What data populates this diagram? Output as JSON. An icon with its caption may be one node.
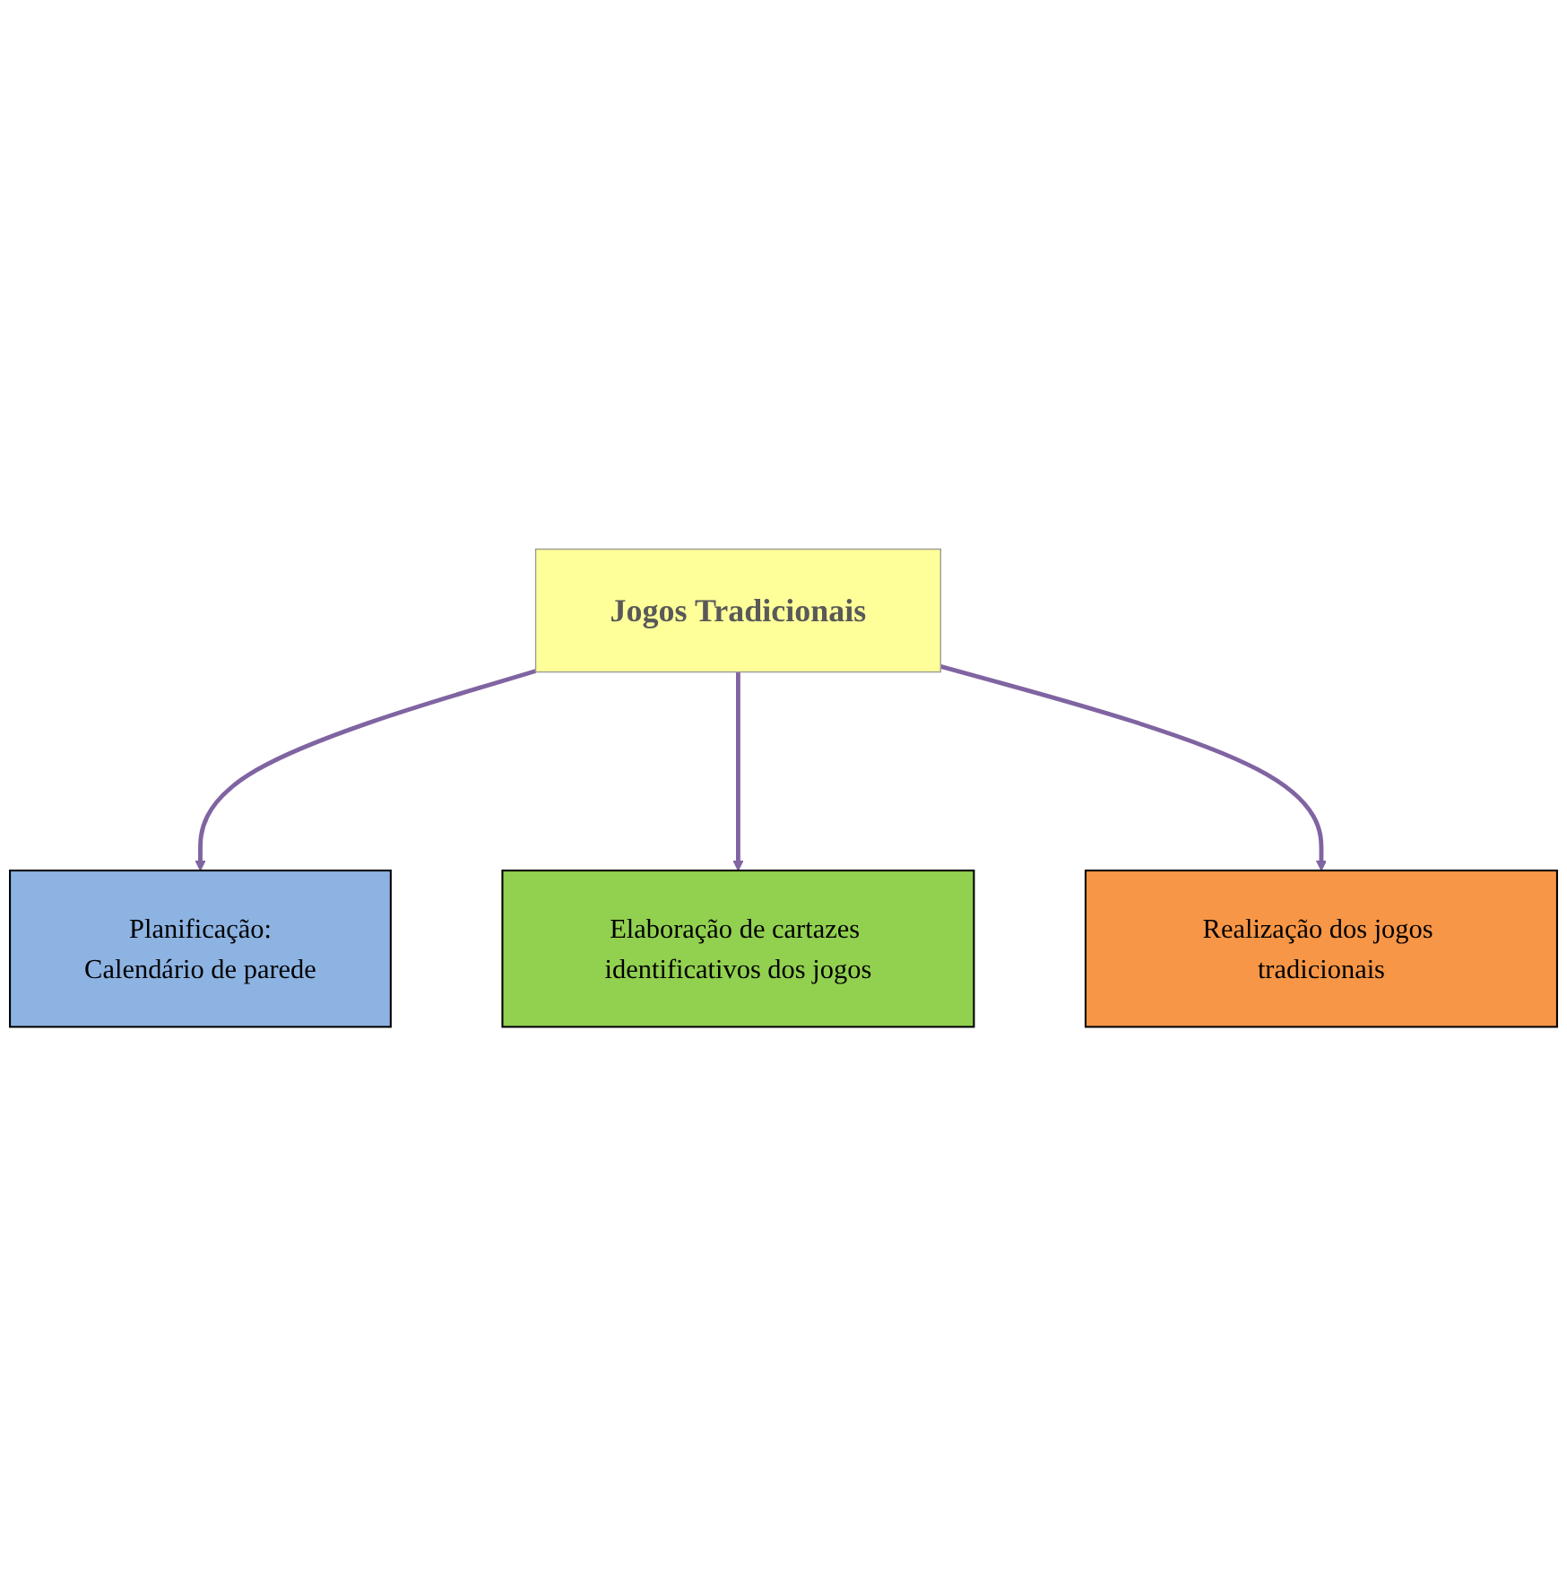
{
  "diagram": {
    "nodes": [
      {
        "text": [
          "Planificação:",
          "Calendário de parede"
        ]
      },
      {
        "text": [
          "Elaboração de cartazes identificativos dos jogos"
        ]
      },
      {
        "text": [
          "Jogos Tradicionais"
        ]
      },
      {
        "text": [
          "Realização dos jogos tradicionais"
        ]
      }
    ],
    "edges": [
      {
        "from": 2,
        "to": 0,
        "arrow": "to"
      },
      {
        "from": 2,
        "to": 1,
        "arrow": "to"
      },
      {
        "from": 2,
        "to": 3,
        "arrow": "to"
      }
    ]
  }
}
